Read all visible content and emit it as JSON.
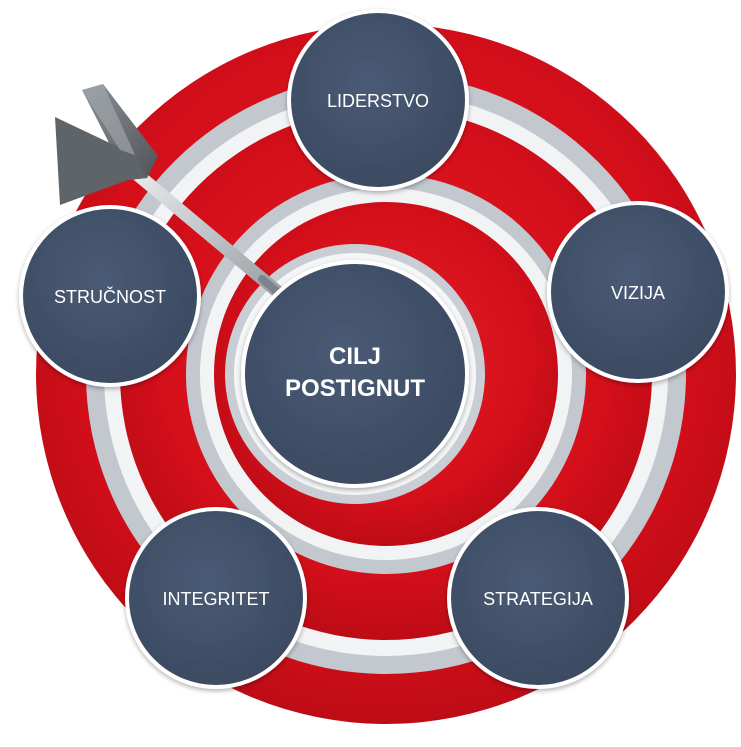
{
  "center": {
    "line1": "CILJ",
    "line2": "POSTIGNUT"
  },
  "nodes": [
    {
      "key": "liderstvo",
      "label": "LIDERSTVO"
    },
    {
      "key": "vizija",
      "label": "VIZIJA"
    },
    {
      "key": "strategija",
      "label": "STRATEGIJA"
    },
    {
      "key": "integritet",
      "label": "INTEGRITET"
    },
    {
      "key": "strucnost",
      "label": "STRUČNOST"
    }
  ],
  "colors": {
    "target_red": "#d8101c",
    "target_red_dark": "#b30d16",
    "ring_gray": "#c3c8cf",
    "ring_white": "#f4f5f6",
    "node_fill": "#415169",
    "node_border": "#ffffff",
    "dart_gray": "#6e7378"
  }
}
